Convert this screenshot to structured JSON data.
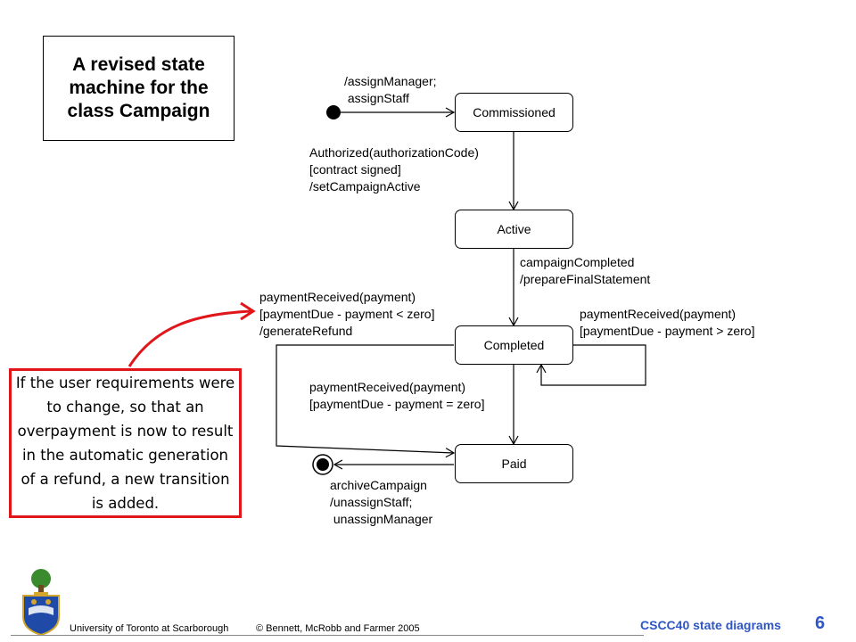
{
  "title_box": {
    "text": "A revised state machine for the class Campaign"
  },
  "states": {
    "commissioned": "Commissioned",
    "active": "Active",
    "completed": "Completed",
    "paid": "Paid"
  },
  "transitions": {
    "initial": "/assignManager;\n assignStaff",
    "authorized": "Authorized(authorizationCode)\n[contract signed]\n/setCampaignActive",
    "campaign_completed": "campaignCompleted\n/prepareFinalStatement",
    "refund": "paymentReceived(payment)\n[paymentDue - payment < zero]\n/generateRefund",
    "self_loop": "paymentReceived(payment)\n[paymentDue - payment > zero]",
    "to_paid": "paymentReceived(payment)\n[paymentDue - payment = zero]",
    "archive": "archiveCampaign\n/unassignStaff;\n unassignManager"
  },
  "note": {
    "text": "If the user requirements were to change, so that an overpayment is now to result in the automatic generation of a refund, a new transition is added."
  },
  "footer": {
    "university": "University of Toronto at Scarborough",
    "copyright": "© Bennett, McRobb and Farmer 2005",
    "course": "CSCC40  state diagrams",
    "page": "6"
  },
  "colors": {
    "note_border": "#e0161b",
    "footer_accent": "#2f56c6",
    "logo_shield": "#1f4aa8",
    "logo_tree": "#3a8a2e",
    "logo_gold": "#d4a72c"
  }
}
